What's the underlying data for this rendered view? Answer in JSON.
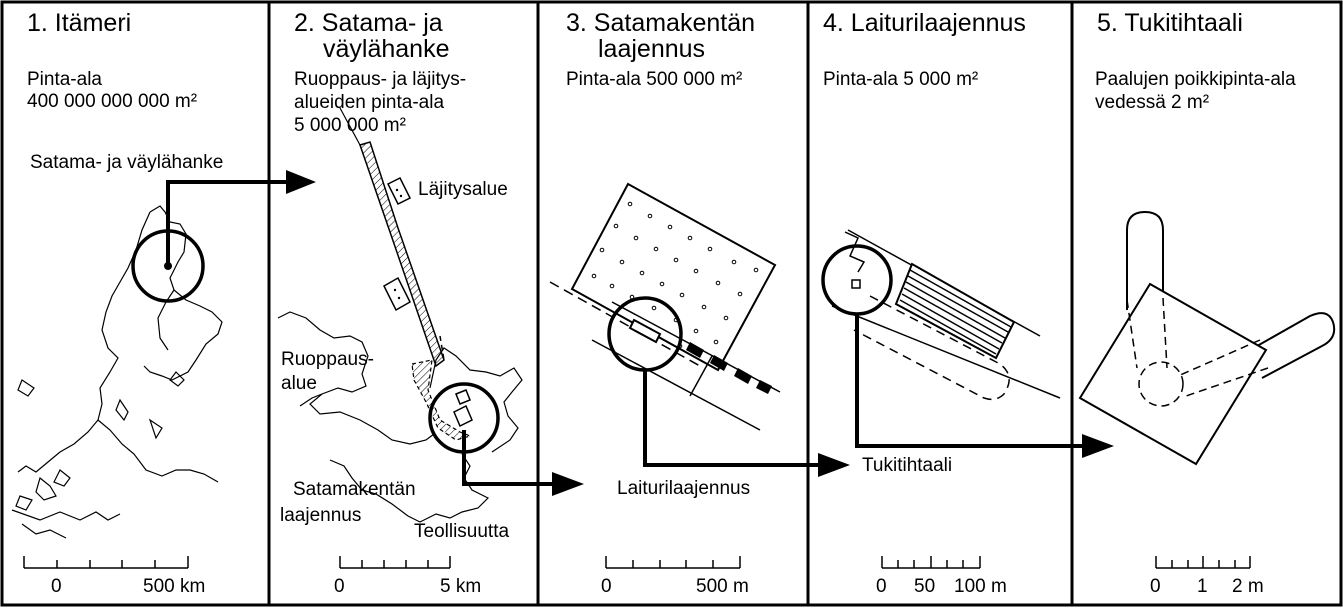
{
  "panels": [
    {
      "title_lines": [
        "1. Itämeri"
      ],
      "info_lines": [
        "Pinta-ala",
        "400 000 000 000 m²"
      ],
      "labels": [
        "Satama- ja väylähanke"
      ],
      "scale": [
        "0",
        "500 km"
      ]
    },
    {
      "title_lines": [
        "2. Satama- ja",
        "väylähanke"
      ],
      "info_lines": [
        "Ruoppaus- ja läjitys-",
        "alueiden pinta-ala",
        "5 000 000 m²"
      ],
      "labels": [
        "Läjitysalue",
        "Ruoppaus-",
        "alue",
        "Satamakentän",
        "laajennus",
        "Teollisuutta"
      ],
      "scale": [
        "0",
        "5 km"
      ]
    },
    {
      "title_lines": [
        "3. Satamakentän",
        "laajennus"
      ],
      "info_lines": [
        "Pinta-ala 500 000 m²"
      ],
      "labels": [
        "Laiturilaajennus"
      ],
      "scale": [
        "0",
        "500 m"
      ]
    },
    {
      "title_lines": [
        "4. Laiturilaajennus"
      ],
      "info_lines": [
        "Pinta-ala 5 000 m²"
      ],
      "labels": [
        "Tukitihtaali"
      ],
      "scale": [
        "0",
        "50",
        "100 m"
      ]
    },
    {
      "title_lines": [
        "5. Tukitihtaali"
      ],
      "info_lines": [
        "Paalujen poikkipinta-ala",
        "vedessä 2 m²"
      ],
      "labels": [],
      "scale": [
        "0",
        "1",
        "2 m"
      ]
    }
  ]
}
